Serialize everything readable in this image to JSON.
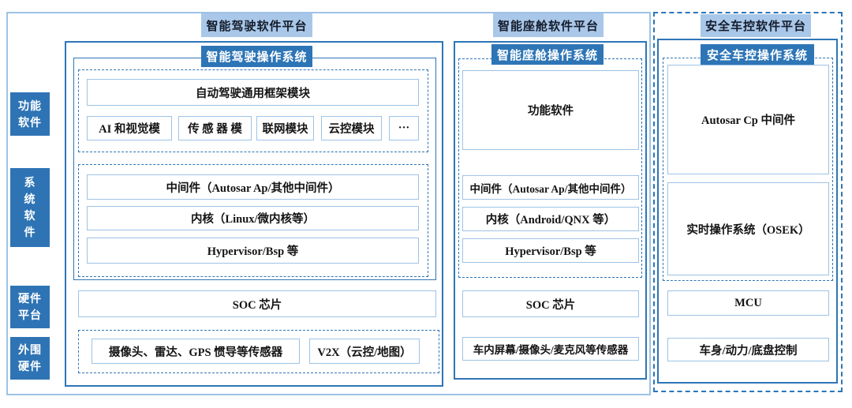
{
  "colors": {
    "accent_dark": "#2E75B6",
    "accent_light": "#A9C7E8",
    "cell_border": "#9DC3E6",
    "text": "#141414"
  },
  "row_labels": [
    {
      "id": "functional-software",
      "label": "功能\n软件"
    },
    {
      "id": "system-software",
      "label": "系\n统\n软\n件"
    },
    {
      "id": "hardware-platform",
      "label": "硬件\n平台"
    },
    {
      "id": "peripheral-hardware",
      "label": "外围\n硬件"
    }
  ],
  "platforms": {
    "driving": {
      "title": "智能驾驶软件平台",
      "os_title": "智能驾驶操作系统",
      "framework": "自动驾驶通用框架模块",
      "modules": [
        "AI 和视觉模",
        "传 感 器 模",
        "联网模块",
        "云控模块",
        "···"
      ],
      "system_layers": [
        "中间件（Autosar Ap/其他中间件）",
        "内核（Linux/微内核等）",
        "Hypervisor/Bsp 等"
      ],
      "soc": "SOC 芯片",
      "peripherals": [
        "摄像头、雷达、GPS 惯导等传感器",
        "V2X（云控/地图）"
      ]
    },
    "cockpit": {
      "title": "智能座舱软件平台",
      "os_title": "智能座舱操作系统",
      "functional": "功能软件",
      "system_layers": [
        "中间件（Autosar Ap/其他中间件）",
        "内核（Android/QNX 等）",
        "Hypervisor/Bsp 等"
      ],
      "soc": "SOC 芯片",
      "peripheral": "车内屏幕/摄像头/麦克风等传感器"
    },
    "safety": {
      "title": "安全车控软件平台",
      "os_title": "安全车控操作系统",
      "middleware": "Autosar Cp 中间件",
      "rtos": "实时操作系统（OSEK）",
      "mcu": "MCU",
      "control": "车身/动力/底盘控制"
    }
  }
}
